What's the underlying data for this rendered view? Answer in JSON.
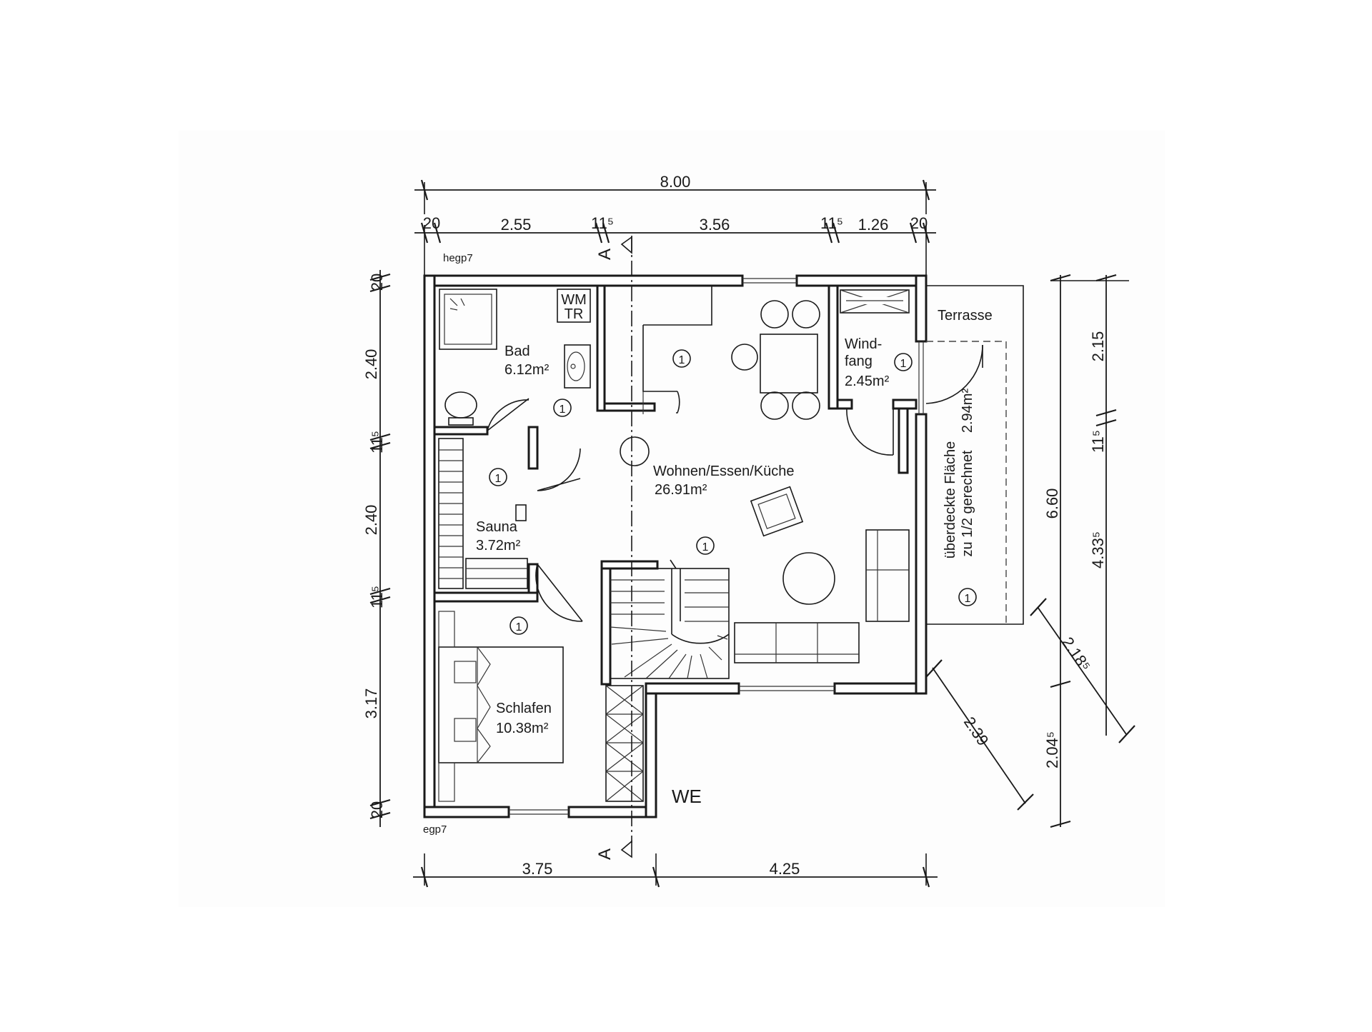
{
  "dimensions": {
    "top_total": "8.00",
    "top_segments": [
      "20",
      "2.55",
      "11⁵",
      "3.56",
      "11⁵",
      "1.26",
      "20"
    ],
    "bottom_segments": [
      "3.75",
      "4.25"
    ],
    "left_segments": [
      "20",
      "2.40",
      "11⁵",
      "2.40",
      "11⁵",
      "3.17",
      "20"
    ],
    "right_total": "6.60",
    "right_outer_segments": [
      "2.15",
      "11⁵",
      "4.33⁵"
    ],
    "right_lower": "2.04⁵",
    "diagonal_a": "2.39",
    "diagonal_b": "2.18⁵"
  },
  "section_marker": "A",
  "plan_codes": {
    "top": "hegp7",
    "bottom": "egp7"
  },
  "entrance_label": "WE",
  "room_marker": "1",
  "rooms": {
    "bad": {
      "name": "Bad",
      "area": "6.12m²"
    },
    "wm_tr": {
      "line1": "WM",
      "line2": "TR"
    },
    "sauna": {
      "name": "Sauna",
      "area": "3.72m²"
    },
    "schlafen": {
      "name": "Schlafen",
      "area": "10.38m²"
    },
    "wohnen": {
      "name": "Wohnen/Essen/Küche",
      "area": "26.91m²"
    },
    "windfang": {
      "line1": "Wind-",
      "line2": "fang",
      "area": "2.45m²"
    },
    "terrasse": {
      "name": "Terrasse"
    },
    "covered_area": {
      "area": "2.94m²",
      "line1": "überdeckte Fläche",
      "line2": "zu 1/2 gerechnet"
    }
  }
}
